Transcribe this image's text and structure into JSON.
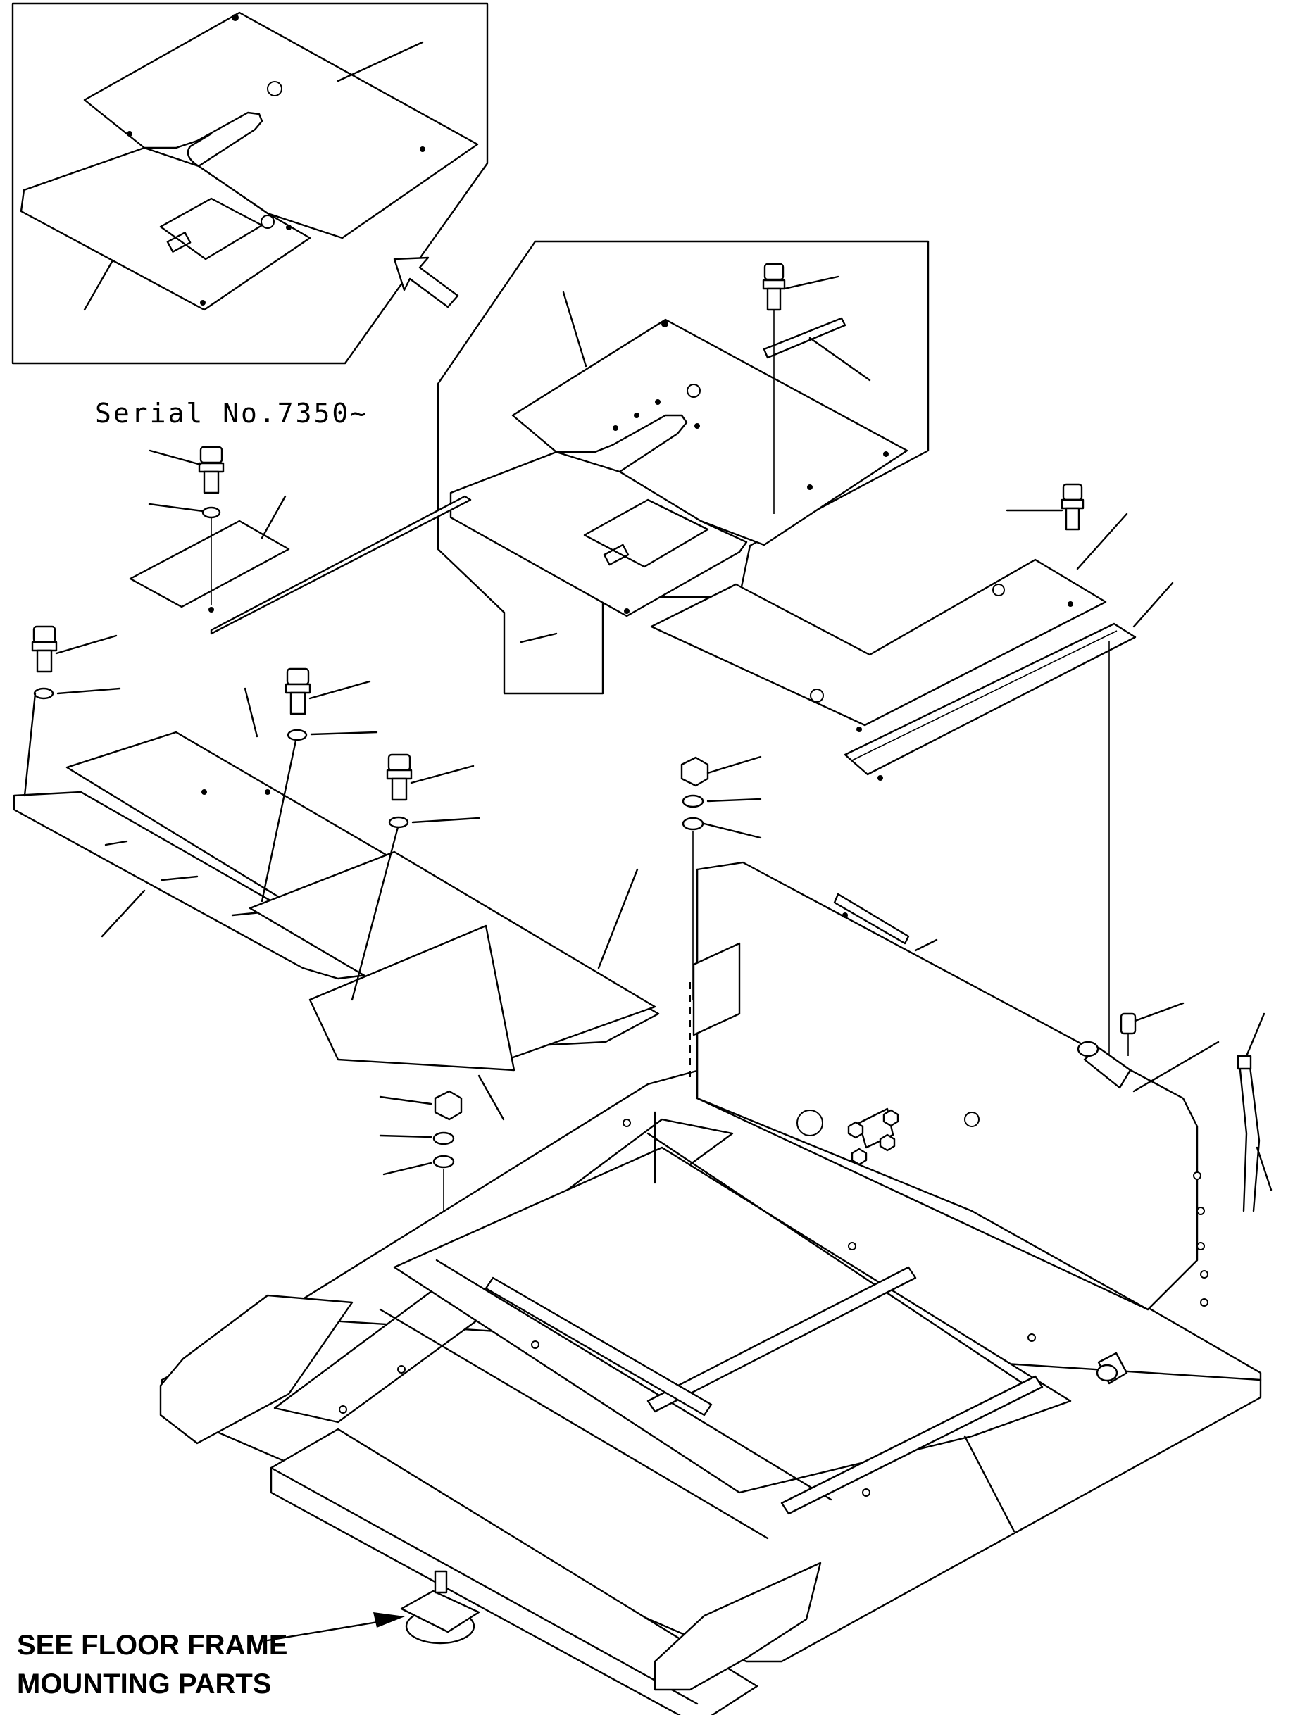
{
  "labels": {
    "serial": "Serial No.7350~",
    "note_line1": "SEE FLOOR FRAME",
    "note_line2": "MOUNTING PARTS"
  },
  "colors": {
    "line": "#000000",
    "background": "#ffffff"
  },
  "icons": {
    "view_arrow": "arrow-up-left-icon",
    "leader_arrow": "arrow-right-icon"
  }
}
